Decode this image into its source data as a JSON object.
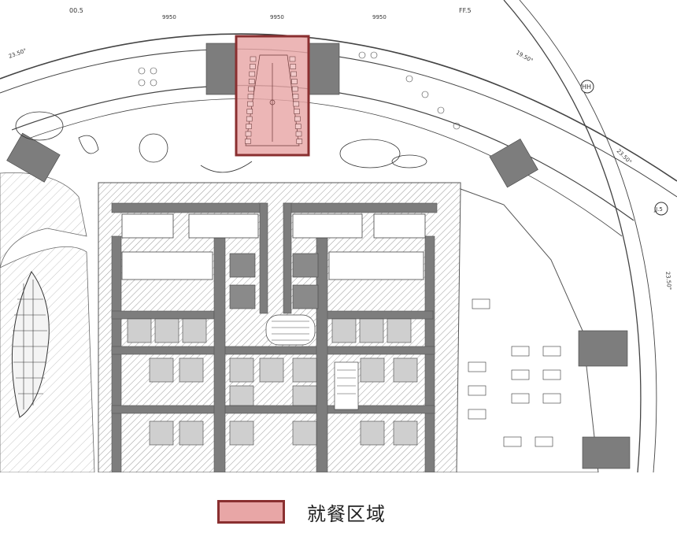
{
  "plan": {
    "grid_labels": [
      "00.5",
      "9950",
      "9950",
      "9950",
      "FF.5",
      "HH",
      "JJ.5"
    ],
    "dimension_labels": [
      "23.50°",
      "19.50°",
      "23.50°",
      "23.50°"
    ],
    "highlight_color": "#e8a6a6",
    "highlight_border": "#8a2f30"
  },
  "legend": {
    "label": "就餐区域",
    "swatch_fill": "#e8a6a6",
    "swatch_border": "#8a2f30"
  }
}
